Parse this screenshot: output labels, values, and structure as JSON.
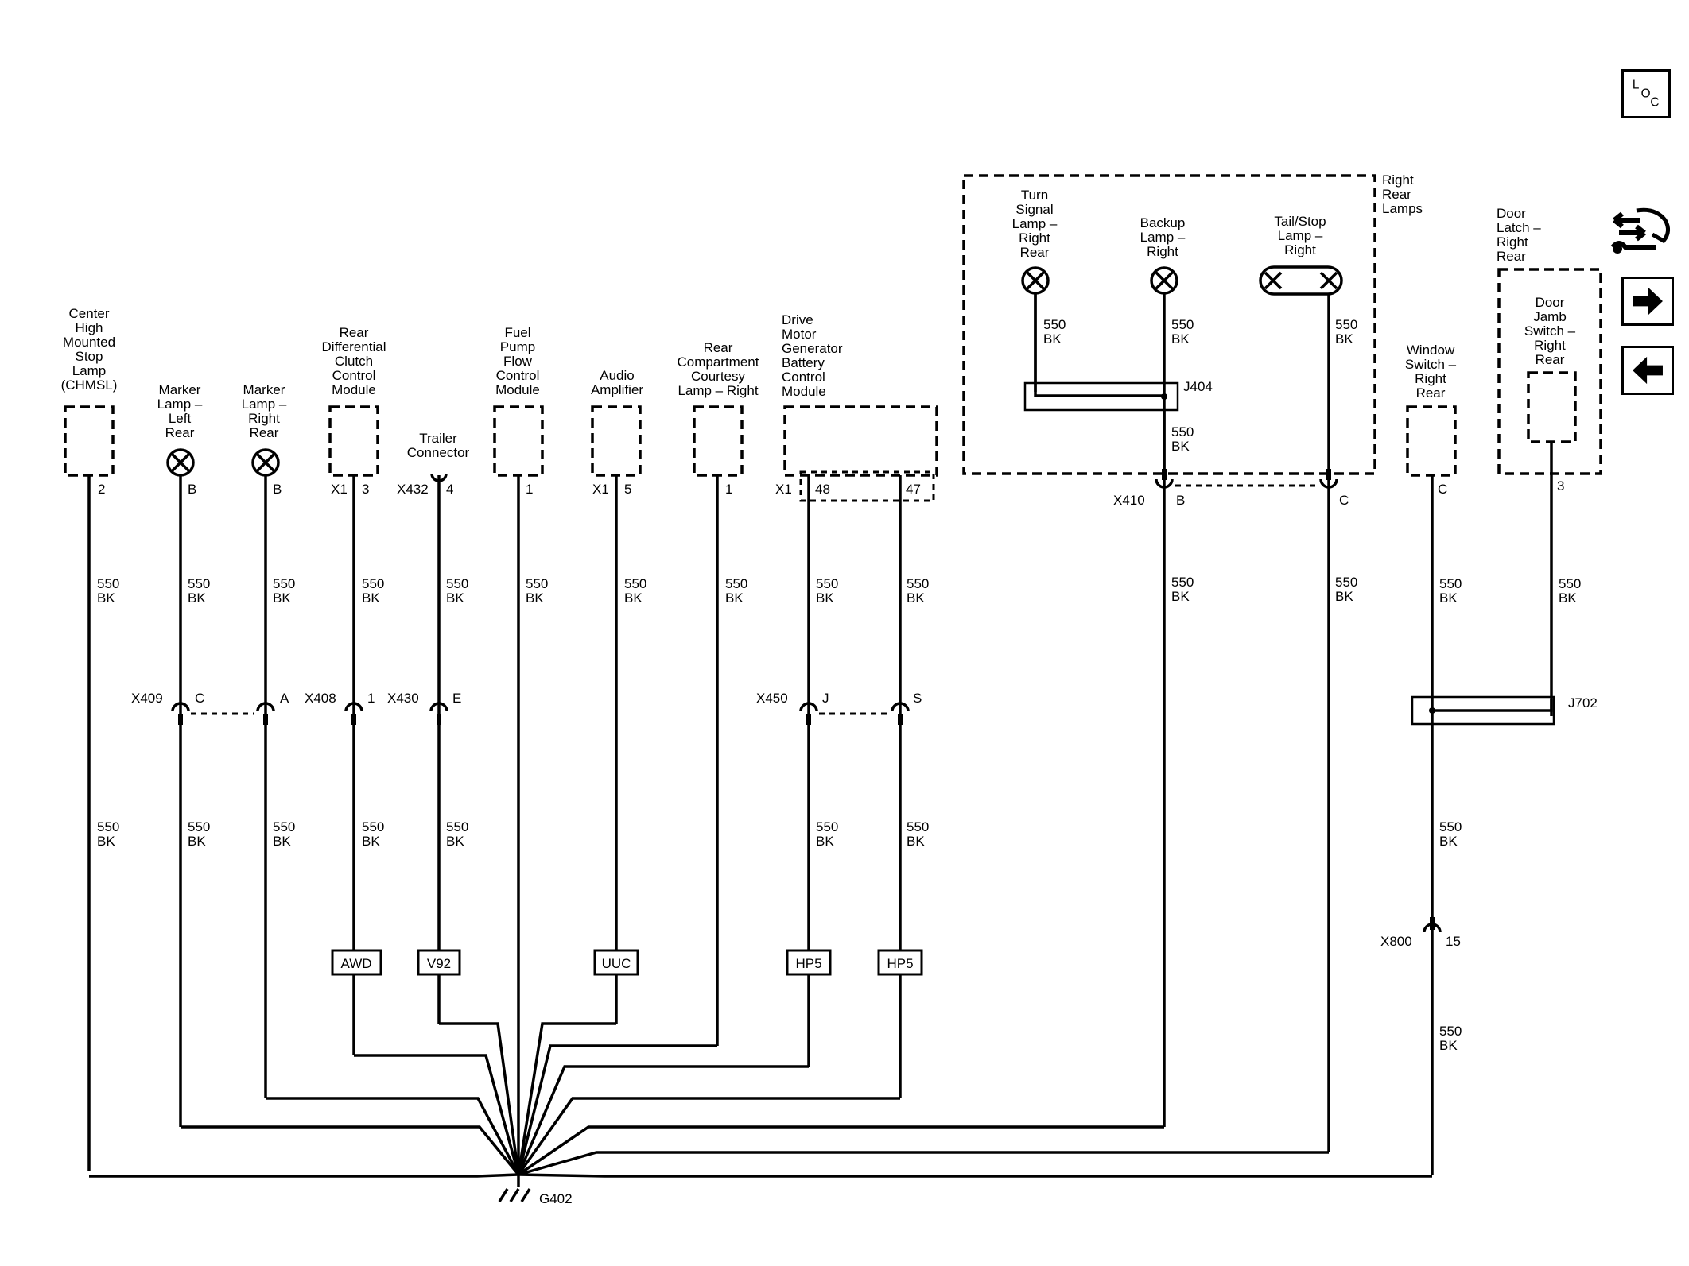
{
  "nav": {
    "loc_letters": [
      "L",
      "O",
      "C"
    ]
  },
  "components": {
    "chmsl": [
      "Center",
      "High",
      "Mounted",
      "Stop",
      "Lamp",
      "(CHMSL)"
    ],
    "marker_lr": [
      "Marker",
      "Lamp –",
      "Left",
      "Rear"
    ],
    "marker_rr": [
      "Marker",
      "Lamp –",
      "Right",
      "Rear"
    ],
    "rdccm": [
      "Rear",
      "Differential",
      "Clutch",
      "Control",
      "Module"
    ],
    "trailer": [
      "Trailer",
      "Connector"
    ],
    "fpfcm": [
      "Fuel",
      "Pump",
      "Flow",
      "Control",
      "Module"
    ],
    "audio": [
      "Audio",
      "Amplifier"
    ],
    "rcc": [
      "Rear",
      "Compartment",
      "Courtesy",
      "Lamp – Right"
    ],
    "dmgbcm": [
      "Drive",
      "Motor",
      "Generator",
      "Battery",
      "Control",
      "Module"
    ],
    "turn": [
      "Turn",
      "Signal",
      "Lamp –",
      "Right",
      "Rear"
    ],
    "backup": [
      "Backup",
      "Lamp –",
      "Right"
    ],
    "tailstop": [
      "Tail/Stop",
      "Lamp –",
      "Right"
    ],
    "rrl": [
      "Right",
      "Rear",
      "Lamps"
    ],
    "window": [
      "Window",
      "Switch –",
      "Right",
      "Rear"
    ],
    "doorlatch": [
      "Door",
      "Latch –",
      "Right",
      "Rear"
    ],
    "doorjamb": [
      "Door",
      "Jamb",
      "Switch –",
      "Right",
      "Rear"
    ]
  },
  "pins": {
    "chmsl": "2",
    "marker_lr": "B",
    "marker_rr": "B",
    "rdccm_conn": "X1",
    "rdccm": "3",
    "trailer_conn": "X432",
    "trailer": "4",
    "fpfcm": "1",
    "audio_conn": "X1",
    "audio": "5",
    "rcc": "1",
    "dmg_conn": "X1",
    "dmg_a": "48",
    "dmg_b": "47",
    "window": "C",
    "doorjamb": "3"
  },
  "connectors": {
    "x409": "X409",
    "x409_c": "C",
    "x409_a": "A",
    "x408": "X408",
    "x408_1": "1",
    "x430": "X430",
    "x430_e": "E",
    "x450": "X450",
    "x450_j": "J",
    "x450_s": "S",
    "x410": "X410",
    "x410_b": "B",
    "x410_c": "C",
    "x800": "X800",
    "x800_15": "15"
  },
  "splices": {
    "j404": "J404",
    "j702": "J702"
  },
  "options": {
    "awd": "AWD",
    "v92": "V92",
    "uuc": "UUC",
    "hp5a": "HP5",
    "hp5b": "HP5"
  },
  "ground": "G402",
  "wire": {
    "circuit": "550",
    "color": "BK"
  }
}
